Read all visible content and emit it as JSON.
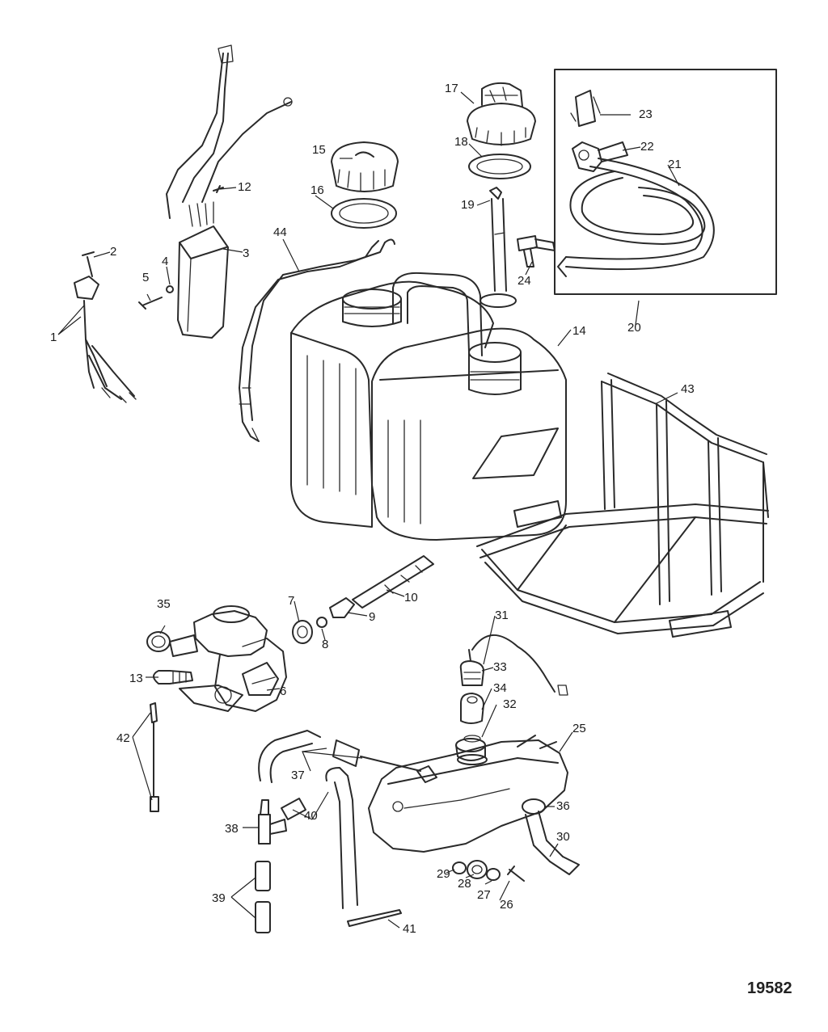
{
  "figure_number": "19582",
  "callouts": [
    "1",
    "2",
    "3",
    "4",
    "5",
    "6",
    "7",
    "8",
    "9",
    "10",
    "12",
    "13",
    "14",
    "15",
    "16",
    "17",
    "18",
    "19",
    "20",
    "21",
    "22",
    "23",
    "24",
    "25",
    "26",
    "27",
    "28",
    "29",
    "30",
    "31",
    "32",
    "33",
    "34",
    "35",
    "36",
    "37",
    "38",
    "39",
    "40",
    "41",
    "42",
    "43",
    "44"
  ]
}
